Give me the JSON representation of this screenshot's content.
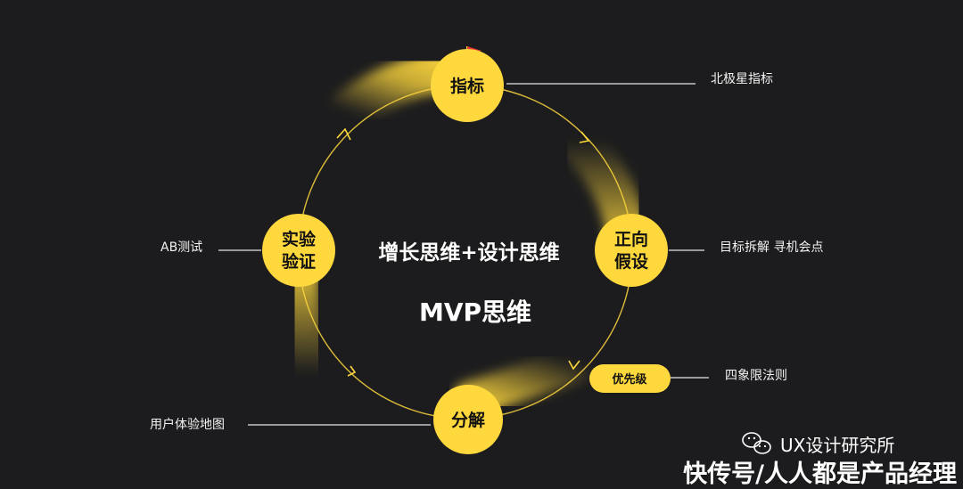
{
  "center": {
    "title": "增长思维+设计思维",
    "subtitle": "MVP思维"
  },
  "nodes": {
    "metric": "指标",
    "hypothesis_line1": "正向",
    "hypothesis_line2": "假设",
    "priority": "优先级",
    "decompose": "分解",
    "experiment_line1": "实验",
    "experiment_line2": "验证"
  },
  "labels": {
    "north_star": "北极星指标",
    "goal_breakdown": "目标拆解 寻机会点",
    "four_quadrant": "四象限法则",
    "journey_map": "用户体验地图",
    "ab_test": "AB测试"
  },
  "watermark": {
    "account": "UX设计研究所",
    "platform": "快传号/人人都是产品经理"
  },
  "colors": {
    "background": "#1c1c1e",
    "accent": "#ffd83d",
    "flag": "#e53935"
  }
}
